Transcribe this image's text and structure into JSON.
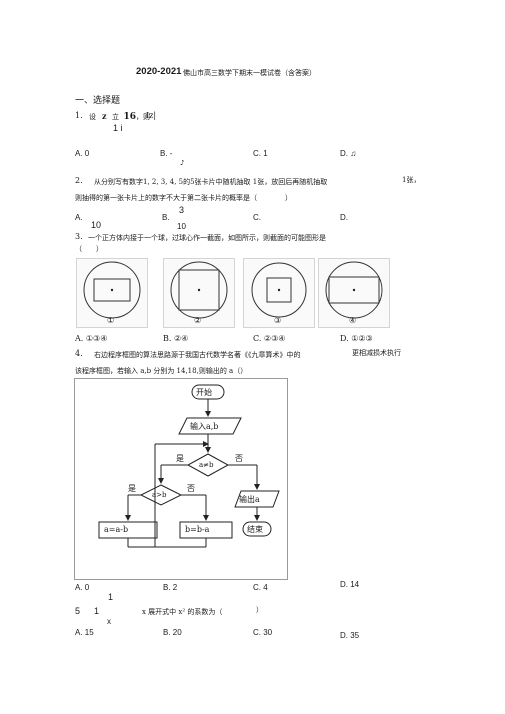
{
  "doc": {
    "title_year": "2020-2021",
    "title_rest": "佛山市高三数学下期末一模试卷（含答案）",
    "section": "一、选择题"
  },
  "q1": {
    "num": "1.",
    "stem_a": "设",
    "stem_b": "z",
    "stem_c": "Iz|",
    "line2": "1  i",
    "opts": [
      "A. 0",
      "B. -",
      "C. 1",
      "D. ♫"
    ],
    "frag": "♪"
  },
  "q2": {
    "num": "2.",
    "stem": "从分别写有数字1, 2, 3, 4, 5的5张卡片中随机抽取 1张，放回后再随机抽取",
    "stem_tail": "1张，",
    "line2": "则抽得的第一张卡片上的数字不大于第二张卡片的概率是（　　　　）",
    "opt_a": "A.",
    "opt_a_num": "10",
    "opt_b": "B.",
    "opt_b_num": "3",
    "opt_b_den": "10",
    "opt_c": "C.",
    "opt_d": "D."
  },
  "q3": {
    "num": "3.",
    "stem": "一个正方体内接于一个球，过球心作一截面，如图所示，则截面的可能图形是",
    "line2": "（　　）",
    "labels": [
      "①",
      "②",
      "③",
      "④"
    ],
    "opts": [
      "A. ①③④",
      "B. ②④",
      "C. ②③④",
      "D. ①②③"
    ]
  },
  "q4": {
    "num": "4.",
    "stem": "右边程序框图的算法思路源于我国古代数学名著《《九章算术》中的",
    "stem_right": "更相减损术执行",
    "line2": "该程序框图，若输入 a,b 分别为 14,18,则输出的 a（）",
    "flow": {
      "start": "开始",
      "input": "输入a,b",
      "cond1": "a≠b",
      "yes": "是",
      "no": "否",
      "cond2": "a>b",
      "output": "输出a",
      "end": "结束",
      "assign1": "a=a-b",
      "assign2": "b=b-a"
    },
    "opts": [
      "A. 0",
      "B. 2",
      "C. 4",
      "D. 14"
    ]
  },
  "q5": {
    "num": "5",
    "frag_top": "1",
    "frag_mid": "1",
    "frag_stem": "x 展开式中 x² 的系数为（",
    "frag_x": "x",
    "close": "）",
    "opts": [
      "A. 15",
      "B. 20",
      "C. 30",
      "D. 35"
    ]
  },
  "colors": {
    "ink": "#1a1a1a",
    "frame": "#9a9a9a",
    "figure_bg": "#fafafa"
  }
}
